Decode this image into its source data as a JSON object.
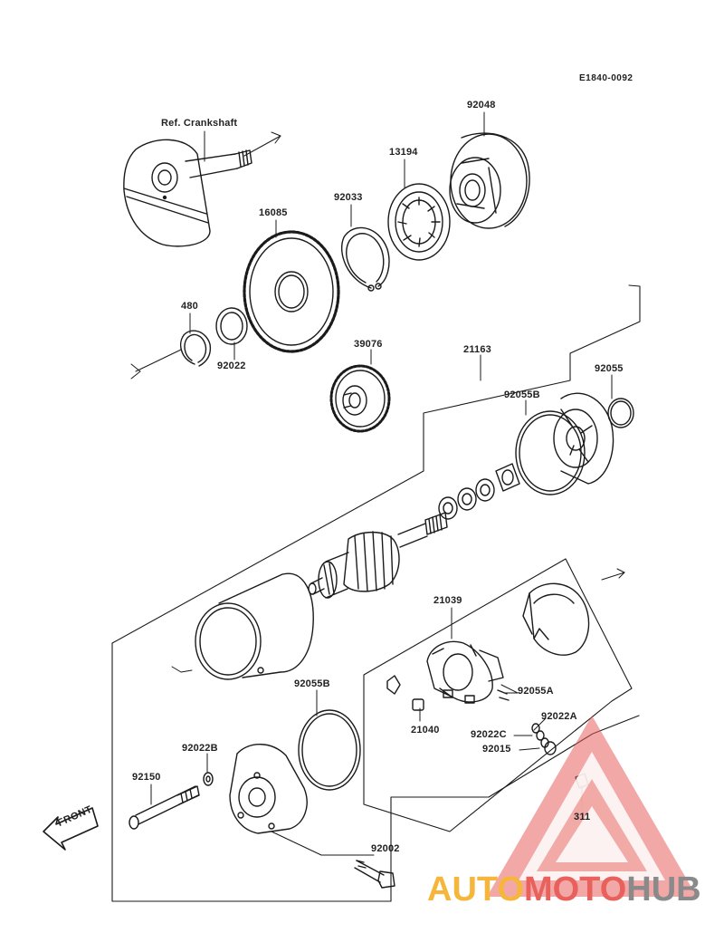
{
  "diagram": {
    "code": "E1840-0092",
    "front": "FRONT",
    "labels": {
      "ref_crankshaft": "Ref. Crankshaft",
      "p92048": "92048",
      "p13194": "13194",
      "p92033": "92033",
      "p16085": "16085",
      "p480": "480",
      "p92022": "92022",
      "p39076": "39076",
      "p21163": "21163",
      "p92055": "92055",
      "p92055B_top": "92055B",
      "p21039": "21039",
      "p92055B_bottom": "92055B",
      "p92022B": "92022B",
      "p92150": "92150",
      "p92055A": "92055A",
      "p92022A": "92022A",
      "p21040": "21040",
      "p92022C": "92022C",
      "p92015": "92015",
      "p311": "311",
      "p92002": "92002"
    }
  },
  "watermark": {
    "part1": "AUTO",
    "part2": "MOTO",
    "part3": "HUB",
    "color_part1": "#f6b63c",
    "color_part2": "#e8615c",
    "color_part3": "#8a8a8a",
    "triangle_color": "#e8615c"
  }
}
